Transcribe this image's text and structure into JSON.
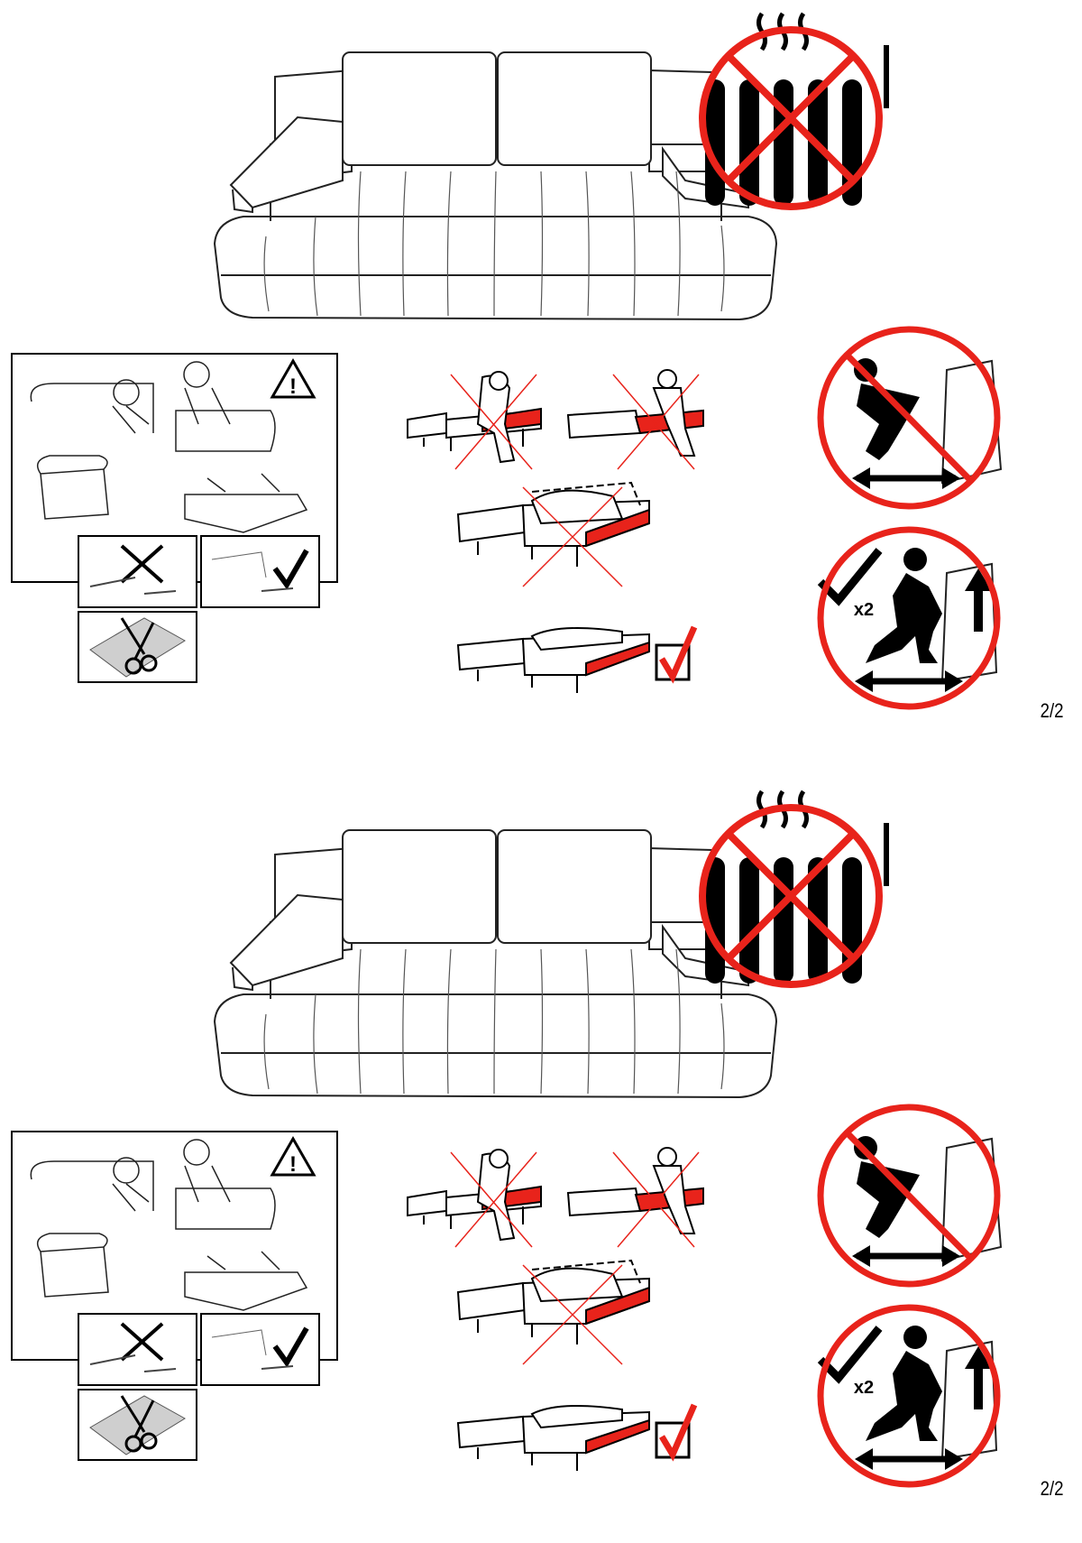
{
  "pages": [
    {
      "page_number": "2/2",
      "warning_symbol": "!",
      "lift_count": "x2"
    },
    {
      "page_number": "2/2",
      "warning_symbol": "!",
      "lift_count": "x2"
    }
  ],
  "colors": {
    "prohibition_red": "#e8231b",
    "ink": "#000000",
    "panel_gray": "#cfcfcf"
  }
}
